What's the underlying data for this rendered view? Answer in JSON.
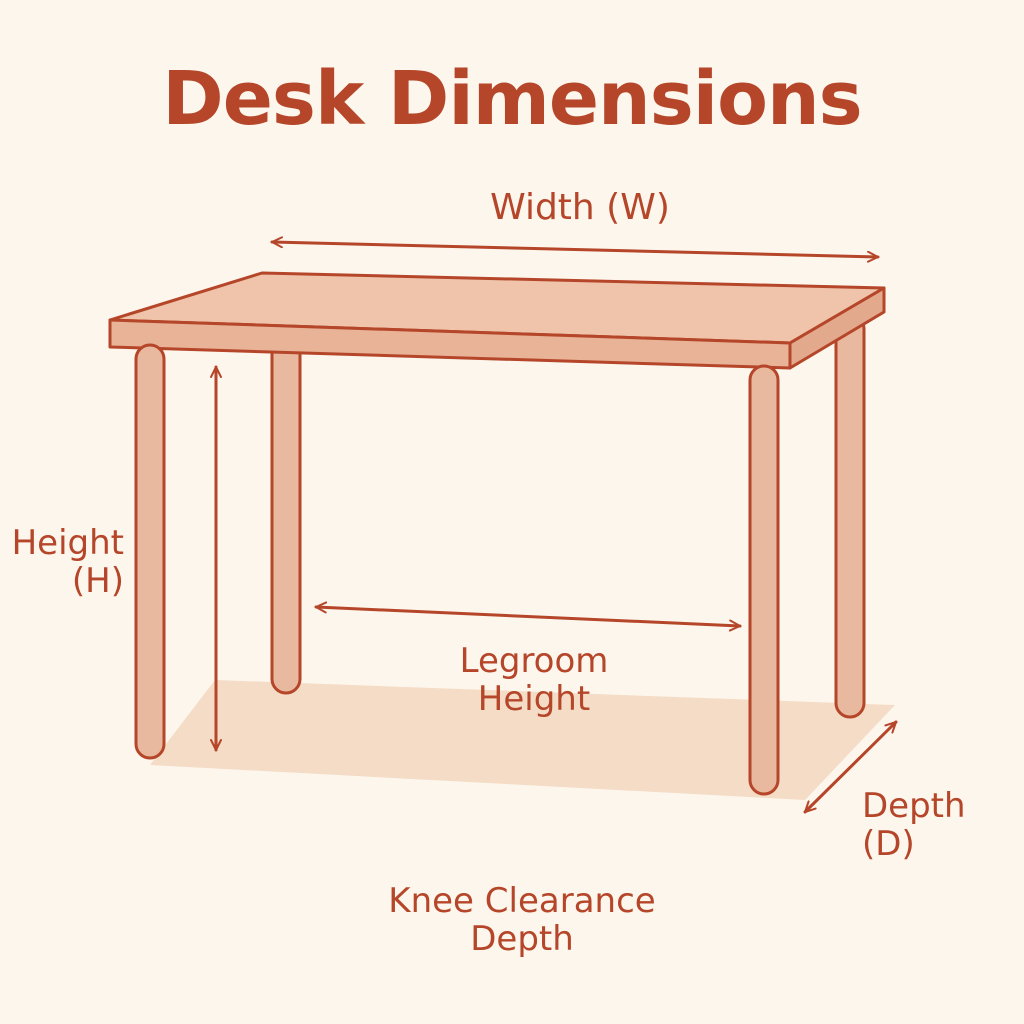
{
  "title": "Desk Dimensions",
  "labels": {
    "width": "Width (W)",
    "height": [
      "Height",
      "(H)"
    ],
    "legroom": [
      "Legroom",
      "Height"
    ],
    "depth": [
      "Depth",
      "(D)"
    ],
    "knee_clearance": [
      "Knee Clearance",
      "Depth"
    ]
  },
  "colors": {
    "background": "#fdf6ec",
    "ink": "#b5462a",
    "tabletop": "#efc4ab",
    "tabletop_front": "#e8b397",
    "leg": "#e9b99f",
    "shadow": "#f4dcc6"
  }
}
